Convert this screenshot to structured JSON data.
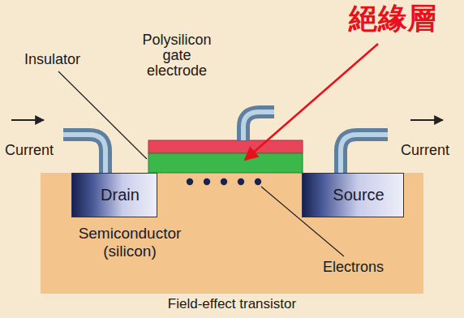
{
  "diagram": {
    "caption": "Field-effect transistor",
    "nodes": [
      {
        "text": [
          "Semiconductor (silicon)"
        ]
      },
      {
        "text": [
          "Drain"
        ],
        "in": 0
      },
      {
        "text": [
          "Source"
        ],
        "in": 0
      }
    ],
    "labels": [
      "Insulator",
      "Polysilicon gate electrode",
      "Current",
      "Current",
      "Electrons",
      "絕緣層"
    ]
  }
}
